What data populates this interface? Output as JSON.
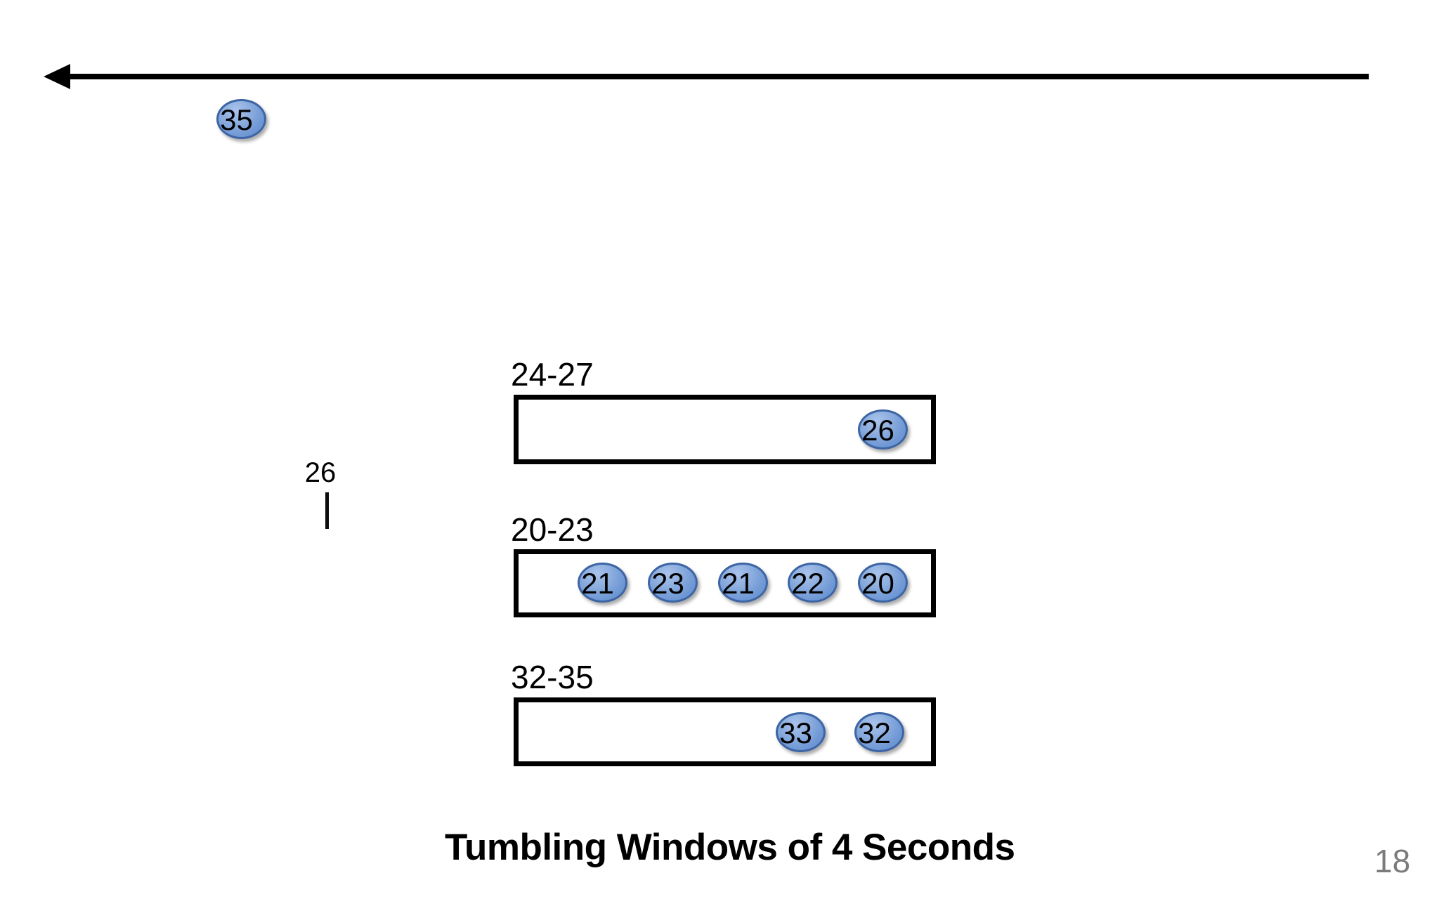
{
  "slide": {
    "title": "Tumbling Windows of 4 Seconds",
    "page_number": "18"
  },
  "timeline": {
    "direction": "left",
    "color": "#000000"
  },
  "incoming_event": {
    "value": "35"
  },
  "time_marker": {
    "label": "26"
  },
  "windows": [
    {
      "label": "24-27",
      "events": [
        "26"
      ]
    },
    {
      "label": "20-23",
      "events": [
        "21",
        "23",
        "21",
        "22",
        "20"
      ]
    },
    {
      "label": "32-35",
      "events": [
        "33",
        "32"
      ]
    }
  ],
  "colors": {
    "event_fill": "#6d96d4",
    "event_fill_light": "#a9c3ec",
    "event_border": "#3d65a4",
    "box_border": "#000000",
    "timeline": "#000000",
    "page_number": "#7b7b7b"
  }
}
